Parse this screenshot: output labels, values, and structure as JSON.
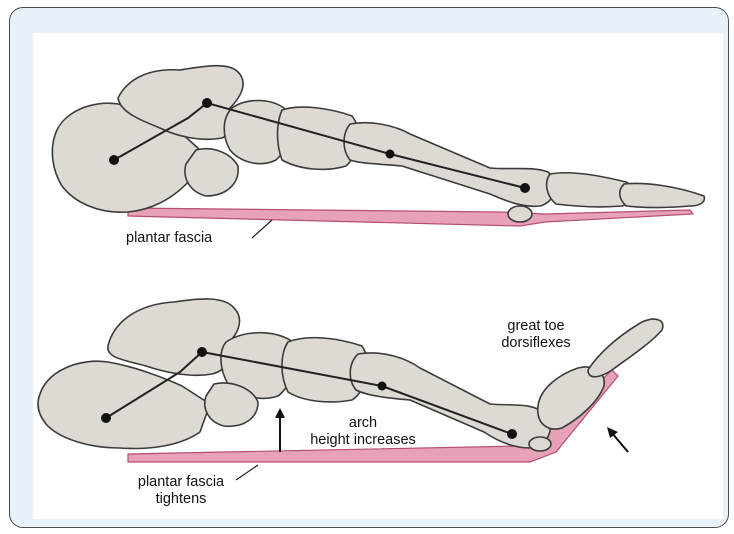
{
  "colors": {
    "bone_fill": "#dcdad2",
    "bone_stroke": "#3b3b3b",
    "fascia_fill": "#e8a2b7",
    "fascia_stroke": "#b54f6f",
    "frame_bg": "#e9f1fb"
  },
  "top_figure": {
    "fascia_label": "plantar fascia"
  },
  "bottom_figure": {
    "toe_label_line1": "great toe",
    "toe_label_line2": "dorsiflexes",
    "arch_label_line1": "arch",
    "arch_label_line2": "height increases",
    "fascia_label_line1": "plantar fascia",
    "fascia_label_line2": "tightens"
  }
}
